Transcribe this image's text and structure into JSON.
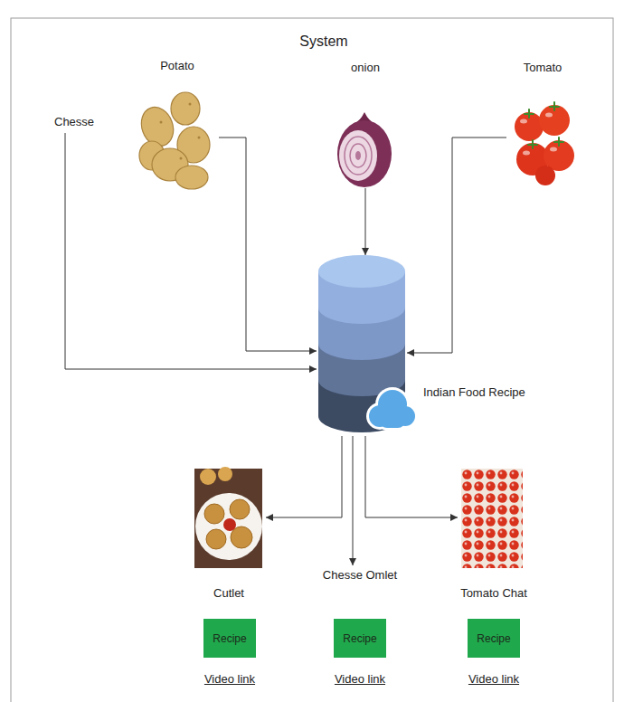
{
  "diagram": {
    "title": "System",
    "nodes": [
      {
        "text": [
          "Chesse"
        ]
      },
      {
        "text": [
          "Potato"
        ]
      },
      {
        "text": [
          "onion"
        ]
      },
      {
        "text": [
          "Tomato"
        ]
      },
      {
        "text": [
          "Indian Food Recipe"
        ]
      },
      {
        "text": [
          "Cutlet"
        ]
      },
      {
        "text": [
          "Chesse Omlet"
        ]
      },
      {
        "text": [
          "Tomato Chat"
        ]
      },
      {
        "text": [
          "Recipe"
        ]
      },
      {
        "text": [
          "Recipe"
        ]
      },
      {
        "text": [
          "Recipe"
        ]
      }
    ],
    "edges": [
      {
        "from": 0,
        "to": 4,
        "arrow": "to"
      },
      {
        "from": 1,
        "to": 4,
        "arrow": "to"
      },
      {
        "from": 2,
        "to": 4,
        "arrow": "to"
      },
      {
        "from": 3,
        "to": 4,
        "arrow": "to"
      },
      {
        "from": 4,
        "to": 5,
        "arrow": "to"
      },
      {
        "from": 4,
        "to": 6,
        "arrow": "to"
      },
      {
        "from": 4,
        "to": 7,
        "arrow": "to"
      }
    ],
    "labels": [
      "Video link",
      "Video link",
      "Video link"
    ]
  }
}
